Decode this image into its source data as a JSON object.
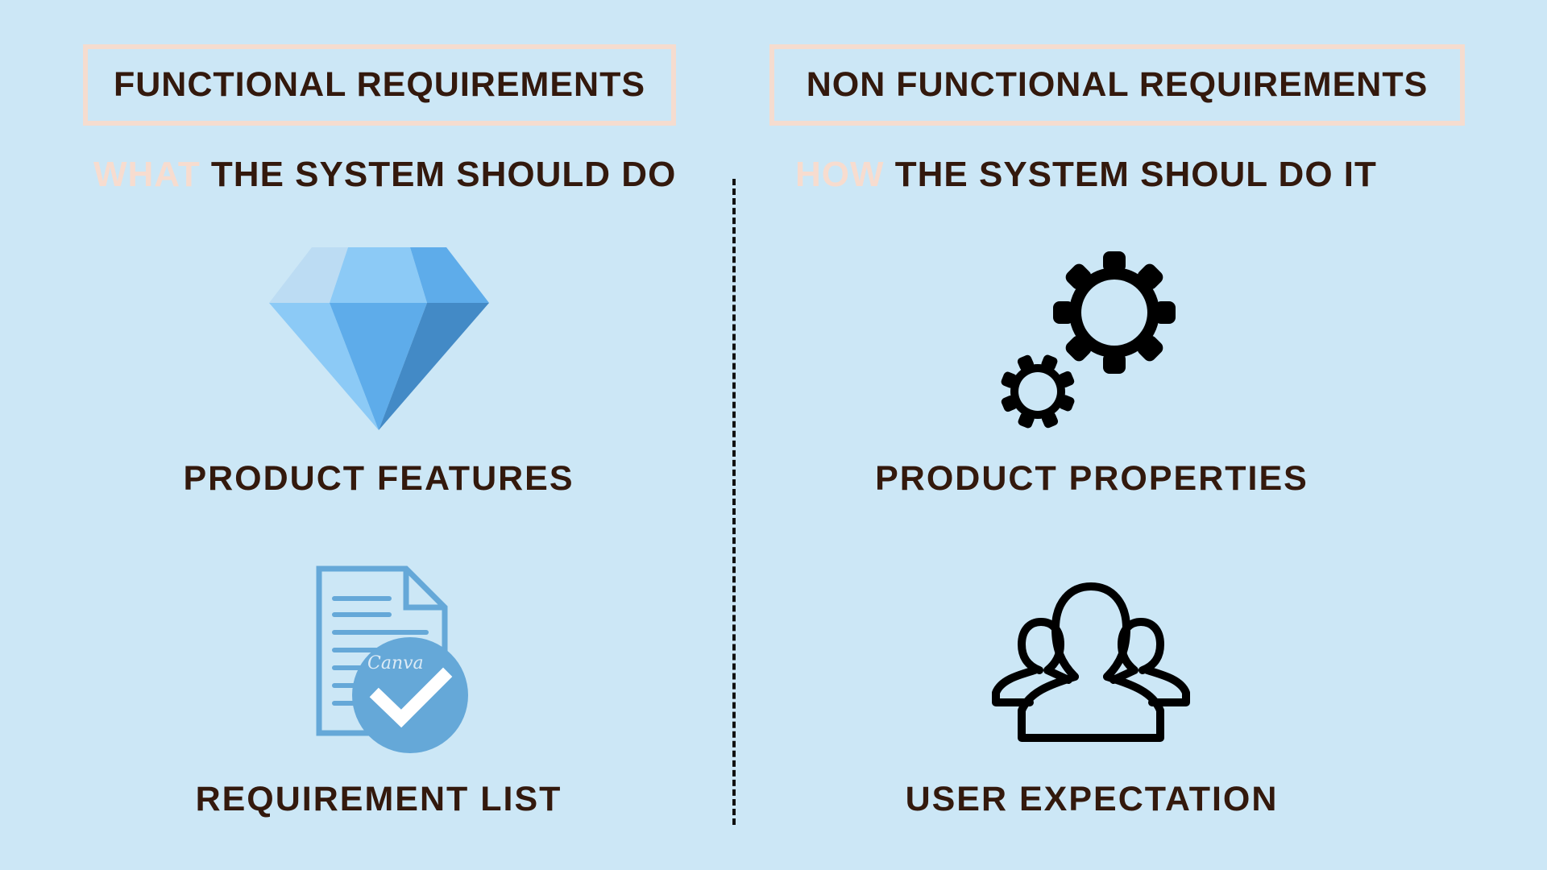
{
  "colors": {
    "background": "#cce7f6",
    "text": "#33190d",
    "accent_peach": "#f7dccf",
    "box_border": "#f5dccf",
    "divider": "#111111",
    "icon_blue": "#65a8d8"
  },
  "left": {
    "header": "FUNCTIONAL REQUIREMENTS",
    "subtitle_accent": "WHAT",
    "subtitle_rest": " THE SYSTEM SHOULD DO",
    "items": [
      {
        "icon": "diamond-icon",
        "label": "PRODUCT FEATURES"
      },
      {
        "icon": "document-check-icon",
        "label": "REQUIREMENT LIST"
      }
    ],
    "watermark": "Canva"
  },
  "right": {
    "header": "NON FUNCTIONAL REQUIREMENTS",
    "subtitle_accent": "HOW",
    "subtitle_rest": " THE SYSTEM SHOUL DO IT",
    "items": [
      {
        "icon": "gears-icon",
        "label": "PRODUCT PROPERTIES"
      },
      {
        "icon": "users-icon",
        "label": "USER EXPECTATION"
      }
    ]
  }
}
